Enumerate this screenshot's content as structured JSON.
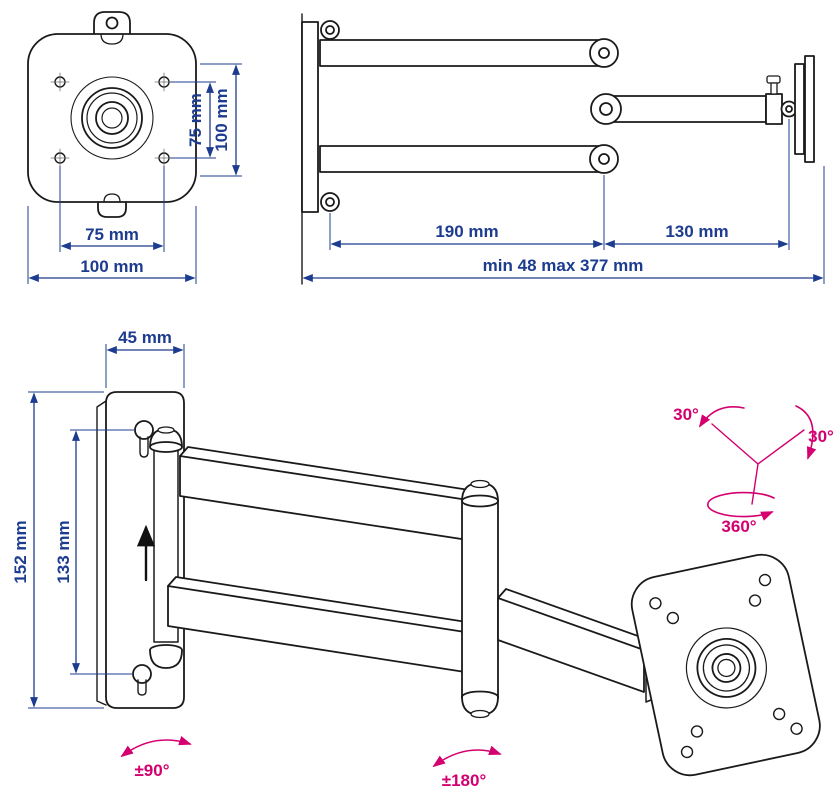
{
  "colors": {
    "line_art": "#1a1a1a",
    "dimension": "#1d3c8f",
    "rotation": "#d4006f",
    "background": "#ffffff"
  },
  "front_view": {
    "width_inner": "75 mm",
    "width_outer": "100 mm",
    "height_inner": "75 mm",
    "height_outer": "100 mm"
  },
  "top_view": {
    "arm1_length": "190 mm",
    "arm2_length": "130 mm",
    "extension_range": "min 48 max 377 mm"
  },
  "perspective_view": {
    "bracket_width": "45 mm",
    "bracket_height": "152 mm",
    "hole_spacing": "133 mm",
    "swivel_wall": "±90°",
    "swivel_elbow": "±180°",
    "rotation_plate": "360°",
    "tilt_left": "30°",
    "tilt_right": "30°"
  }
}
